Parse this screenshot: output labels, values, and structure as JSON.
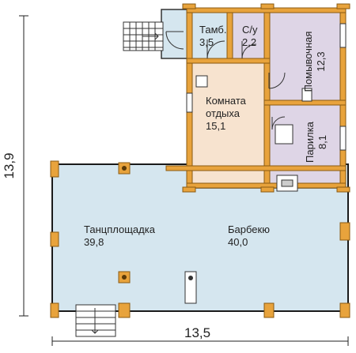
{
  "dimensions": {
    "width": "13,5",
    "height": "13,9"
  },
  "rooms": {
    "tambur": {
      "name": "Тамб.",
      "area": "3,5"
    },
    "bathroom": {
      "name": "С/у",
      "area": "2,2"
    },
    "washroom": {
      "name": "Помывочная",
      "area": "12,3"
    },
    "rest_room": {
      "name_line1": "Комната",
      "name_line2": "отдыха",
      "area": "15,1"
    },
    "steam_room": {
      "name": "Парилка",
      "area": "8,1"
    },
    "dance_floor": {
      "name": "Танцплощадка",
      "area": "39,8"
    },
    "barbecue": {
      "name": "Барбекю",
      "area": "40,0"
    }
  },
  "colors": {
    "terrace_fill": "#d5e6ef",
    "rest_fill": "#f7e3cf",
    "wet_fill": "#ded5e6",
    "tambur_fill": "#d5e6ef",
    "wall": "#e8a33c",
    "wall_dark": "#8a5a10",
    "post": "#e8a33c"
  }
}
